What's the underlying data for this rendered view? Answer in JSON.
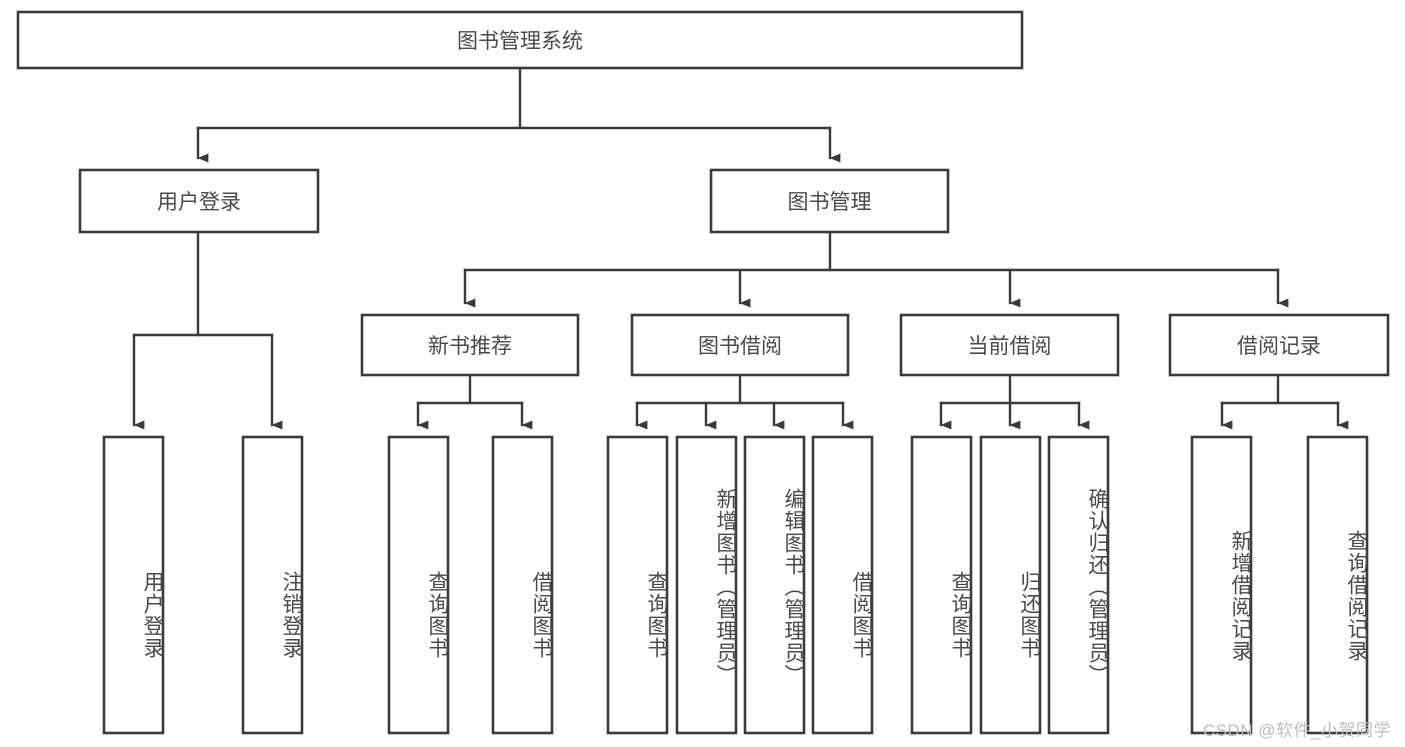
{
  "diagram": {
    "title": "图书管理系统",
    "type": "tree-hierarchy",
    "root": {
      "id": "root",
      "label": "图书管理系统"
    },
    "level2": [
      {
        "id": "user-login",
        "label": "用户登录"
      },
      {
        "id": "book-manage",
        "label": "图书管理"
      }
    ],
    "level3": [
      {
        "id": "new-book-rec",
        "label": "新书推荐",
        "parent": "book-manage"
      },
      {
        "id": "book-borrow",
        "label": "图书借阅",
        "parent": "book-manage"
      },
      {
        "id": "current-borrow",
        "label": "当前借阅",
        "parent": "book-manage"
      },
      {
        "id": "borrow-record",
        "label": "借阅记录",
        "parent": "book-manage"
      }
    ],
    "leaves": {
      "user-login": [
        {
          "id": "leaf-user-login",
          "label": "用户登录"
        },
        {
          "id": "leaf-logout",
          "label": "注销登录"
        }
      ],
      "new-book-rec": [
        {
          "id": "leaf-query-book-1",
          "label": "查询图书"
        },
        {
          "id": "leaf-borrow-book-1",
          "label": "借阅图书"
        }
      ],
      "book-borrow": [
        {
          "id": "leaf-query-book-2",
          "label": "查询图书"
        },
        {
          "id": "leaf-add-book",
          "label": "新增图书（管理员）"
        },
        {
          "id": "leaf-edit-book",
          "label": "编辑图书（管理员）"
        },
        {
          "id": "leaf-borrow-book-2",
          "label": "借阅图书"
        }
      ],
      "current-borrow": [
        {
          "id": "leaf-query-book-3",
          "label": "查询图书"
        },
        {
          "id": "leaf-return-book",
          "label": "归还图书"
        },
        {
          "id": "leaf-confirm-return",
          "label": "确认归还（管理员）"
        }
      ],
      "borrow-record": [
        {
          "id": "leaf-add-record",
          "label": "新增借阅记录"
        },
        {
          "id": "leaf-query-record",
          "label": "查询借阅记录"
        }
      ]
    },
    "watermark": "CSDN @软件_小贺同学",
    "colors": {
      "box_stroke": "#3a3a3a",
      "box_fill": "#ffffff",
      "text": "#4a4a4a",
      "connector": "#3a3a3a",
      "watermark": "#bdbdbd",
      "background": "#ffffff"
    }
  }
}
